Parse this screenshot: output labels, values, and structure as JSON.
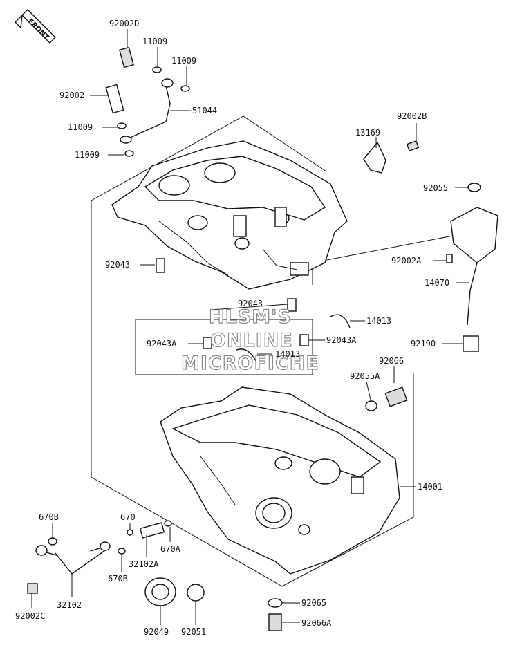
{
  "front_label": "FRONT",
  "watermark": [
    "HLSM'S",
    "ONLINE",
    "MICROFICHE"
  ],
  "parts": [
    {
      "key": "p92002D",
      "label": "92002D"
    },
    {
      "key": "p11009a",
      "label": "11009"
    },
    {
      "key": "p11009b",
      "label": "11009"
    },
    {
      "key": "p92002",
      "label": "92002"
    },
    {
      "key": "p51044",
      "label": "51044"
    },
    {
      "key": "p11009c",
      "label": "11009"
    },
    {
      "key": "p11009d",
      "label": "11009"
    },
    {
      "key": "p13169",
      "label": "13169"
    },
    {
      "key": "p92002B",
      "label": "92002B"
    },
    {
      "key": "p92055",
      "label": "92055"
    },
    {
      "key": "p92043a",
      "label": "92043"
    },
    {
      "key": "p92002A",
      "label": "92002A"
    },
    {
      "key": "p14070",
      "label": "14070"
    },
    {
      "key": "p92043b",
      "label": "92043"
    },
    {
      "key": "p14013a",
      "label": "14013"
    },
    {
      "key": "p92043A1",
      "label": "92043A"
    },
    {
      "key": "p92043A2",
      "label": "92043A"
    },
    {
      "key": "p14013b",
      "label": "14013"
    },
    {
      "key": "p92190",
      "label": "92190"
    },
    {
      "key": "p92066",
      "label": "92066"
    },
    {
      "key": "p92055A",
      "label": "92055A"
    },
    {
      "key": "p14001",
      "label": "14001"
    },
    {
      "key": "p670B1",
      "label": "670B"
    },
    {
      "key": "p670",
      "label": "670"
    },
    {
      "key": "p670A",
      "label": "670A"
    },
    {
      "key": "p32102A",
      "label": "32102A"
    },
    {
      "key": "p670B2",
      "label": "670B"
    },
    {
      "key": "p92002C",
      "label": "92002C"
    },
    {
      "key": "p32102",
      "label": "32102"
    },
    {
      "key": "p92065",
      "label": "92065"
    },
    {
      "key": "p92066A",
      "label": "92066A"
    },
    {
      "key": "p92049",
      "label": "92049"
    },
    {
      "key": "p92051",
      "label": "92051"
    }
  ]
}
